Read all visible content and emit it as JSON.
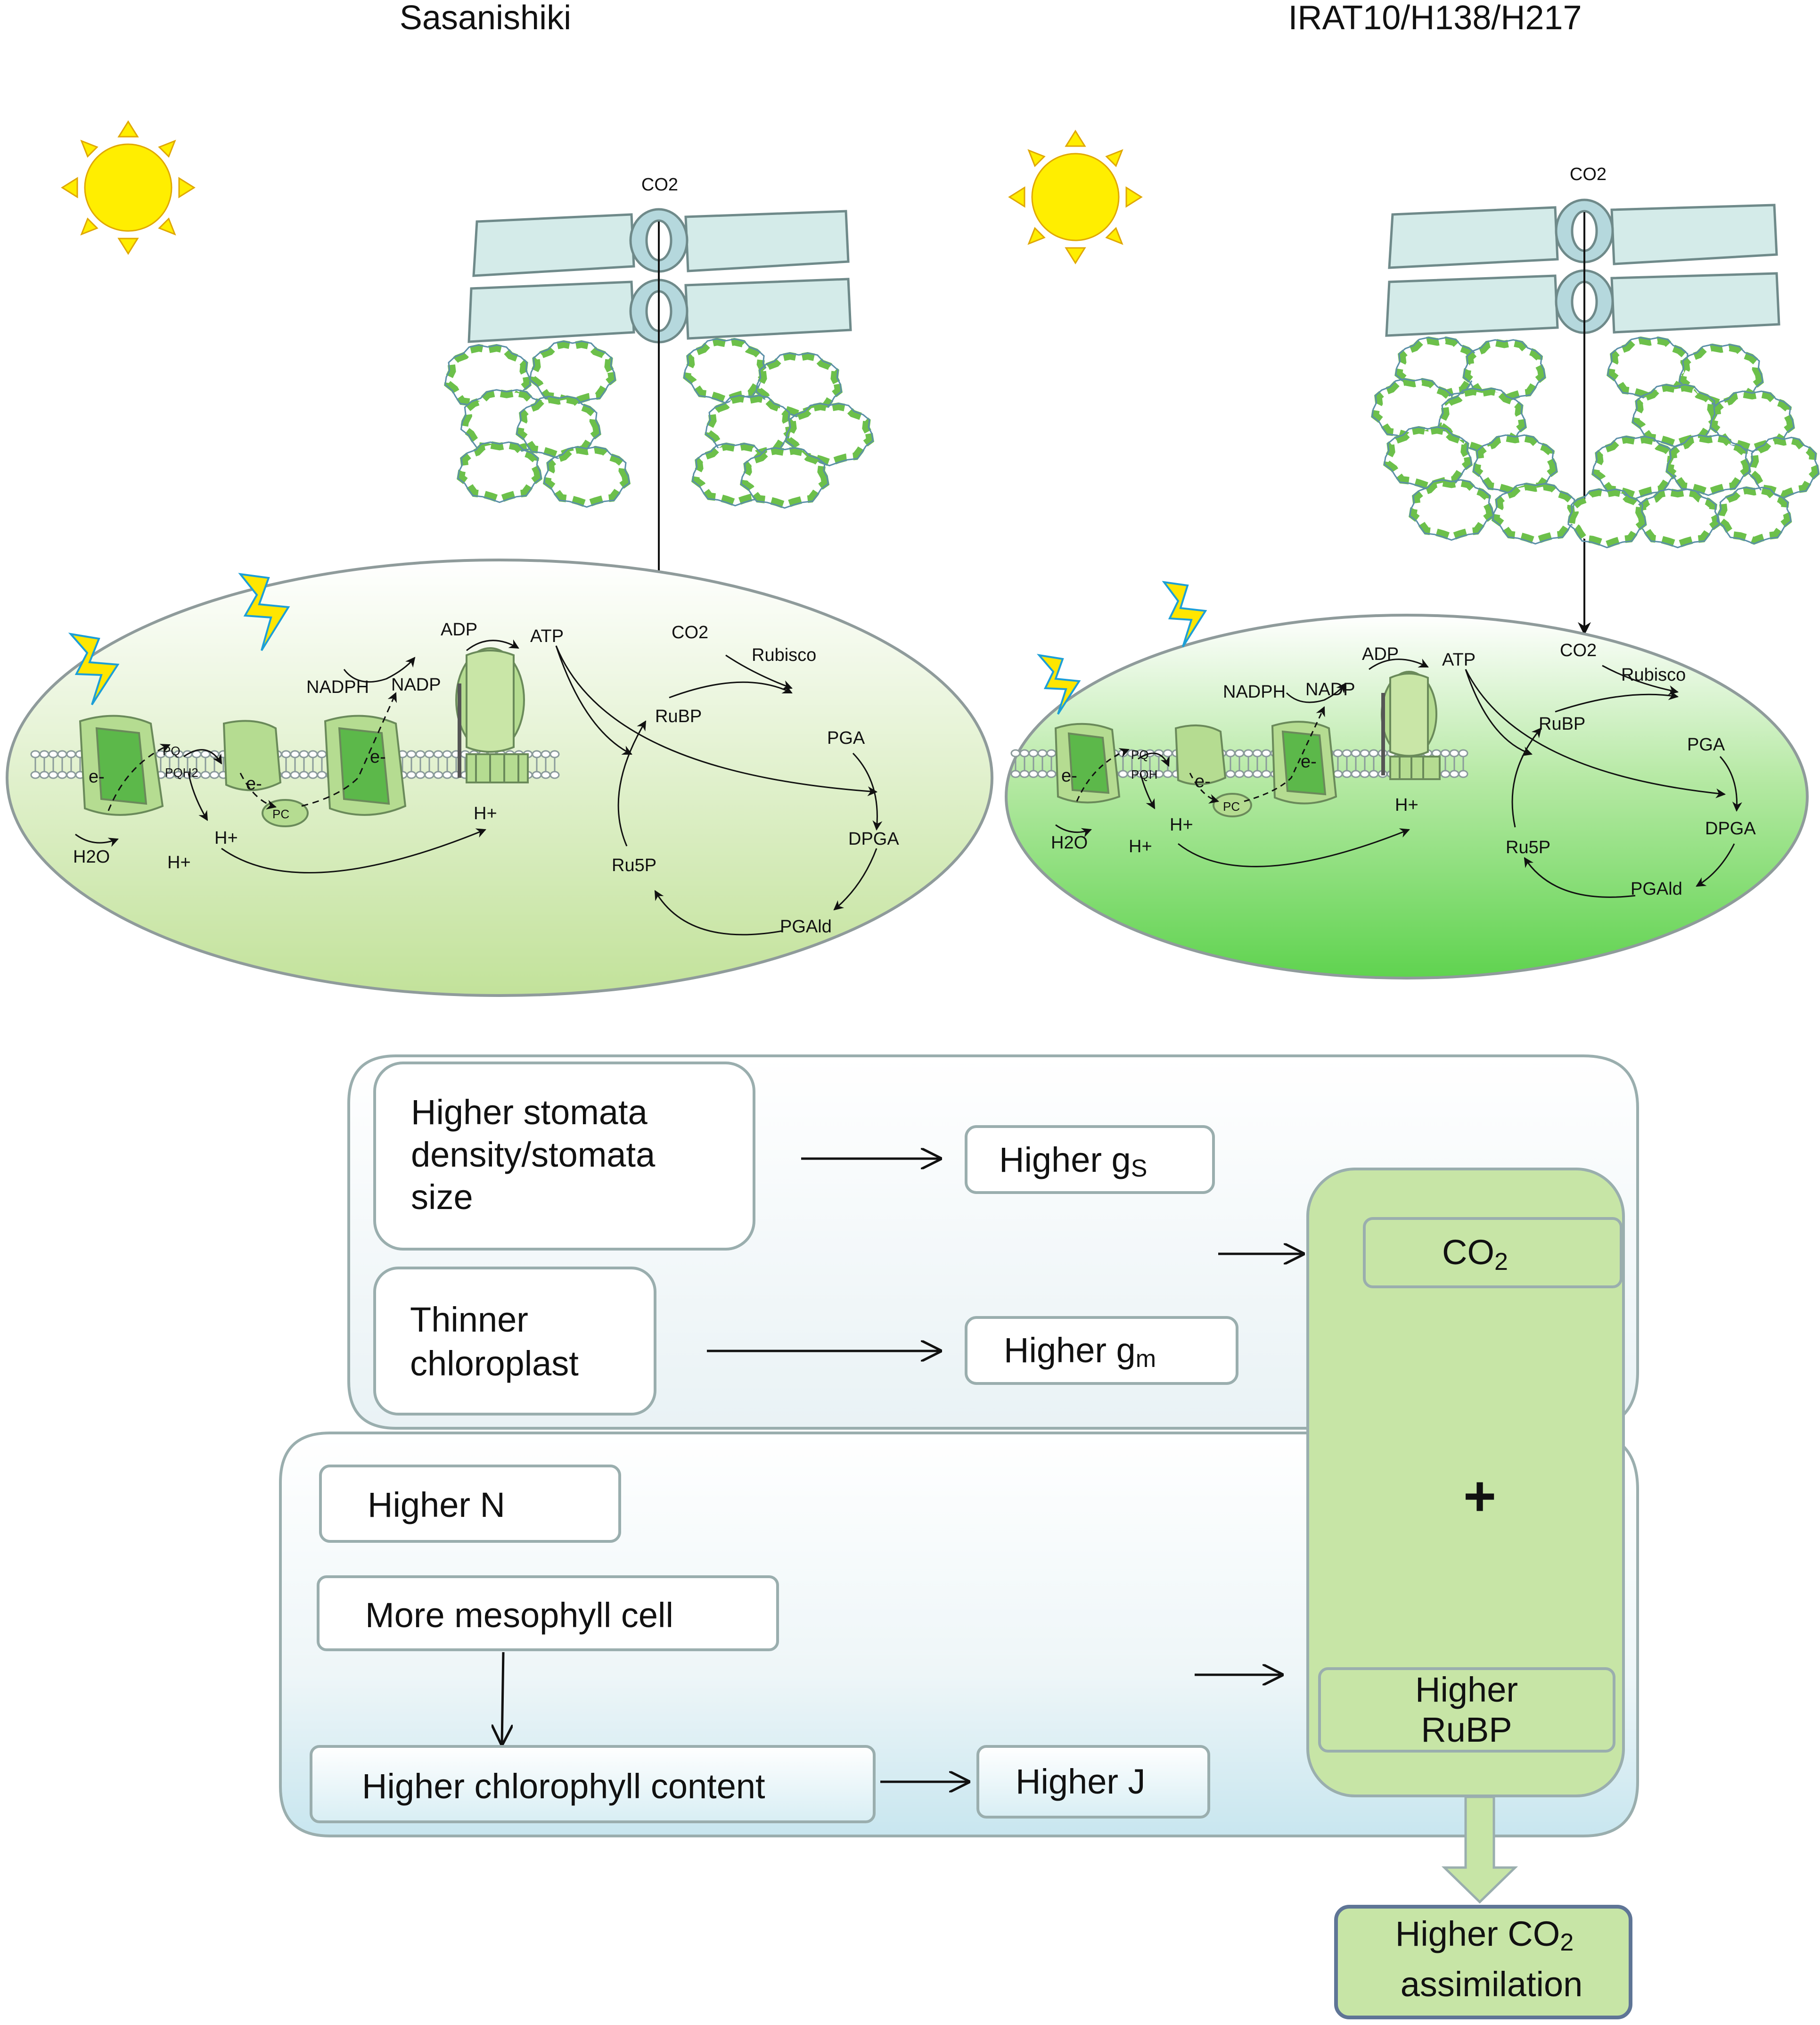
{
  "panels": {
    "left": {
      "title": "Sasanishiki",
      "co2_top": "CO2",
      "adp": "ADP",
      "atp": "ATP",
      "nadph": "NADPH",
      "nadp": "NADP",
      "co2_cycle": "CO2",
      "rubisco": "Rubisco",
      "rubp": "RuBP",
      "pga": "PGA",
      "dpga": "DPGA",
      "pgald": "PGAld",
      "ru5p": "Ru5P",
      "h2o": "H2O",
      "h_plus": "H+",
      "e_minus": "e-",
      "pq": "PQ",
      "pqh2": "PQH2",
      "pc": "PC"
    },
    "right": {
      "title": "IRAT10/H138/H217",
      "co2_top": "CO2",
      "adp": "ADP",
      "atp": "ATP",
      "nadph": "NADPH",
      "nadp": "NADP",
      "co2_cycle": "CO2",
      "rubisco": "Rubisco",
      "rubp": "RuBP",
      "pga": "PGA",
      "dpga": "DPGA",
      "pgald": "PGAld",
      "ru5p": "Ru5P",
      "h2o": "H2O",
      "h_plus": "H+",
      "e_minus": "e-",
      "pq": "PQ",
      "pqh2": "PQH",
      "pc": "PC"
    }
  },
  "flow": {
    "stomata_line1": "Higher stomata",
    "stomata_line2": "density/stomata",
    "stomata_line3": "size",
    "gs_main": "Higher g",
    "gs_sub": "S",
    "chloro_line1": "Thinner",
    "chloro_line2": "chloroplast",
    "gm_main": "Higher g",
    "gm_sub": "m",
    "co2_main": "CO",
    "co2_sub": "2",
    "plus": "+",
    "rubp_line1": "Higher",
    "rubp_line2": "RuBP",
    "higher_n": "Higher N",
    "mesophyll": "More mesophyll cell",
    "chlorophyll": "Higher chlorophyll content",
    "higher_j": "Higher J",
    "result_line1_main": "Higher CO",
    "result_line1_sub": "2",
    "result_line2": "assimilation"
  },
  "colors": {
    "sun": "#ffee00",
    "sun_stroke": "#e0a800",
    "epidermis": "#d4ebe9",
    "mesophyll_green": "#6cc04a",
    "membrane_green": "#68c44a",
    "box_green": "#c7e5a6",
    "box_stroke": "#9aaeae",
    "chloroplast_left": "#c6e3a0",
    "chloroplast_right": "#6cd25a"
  }
}
